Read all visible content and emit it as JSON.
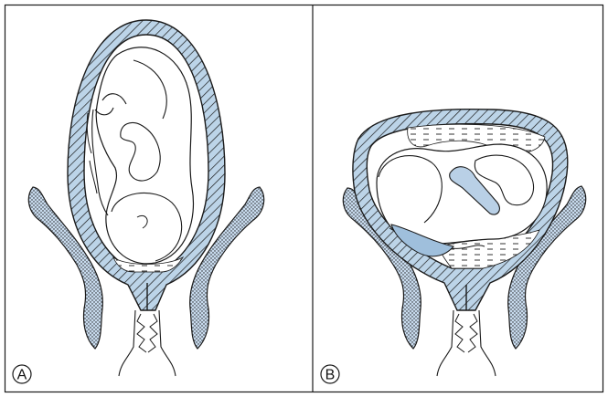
{
  "panels": [
    {
      "id": "A",
      "label": "A"
    },
    {
      "id": "B",
      "label": "B"
    }
  ],
  "colors": {
    "wall": "#bcd4e8",
    "pelvis": "#c8dbee",
    "ink": "#1a1a1a"
  }
}
